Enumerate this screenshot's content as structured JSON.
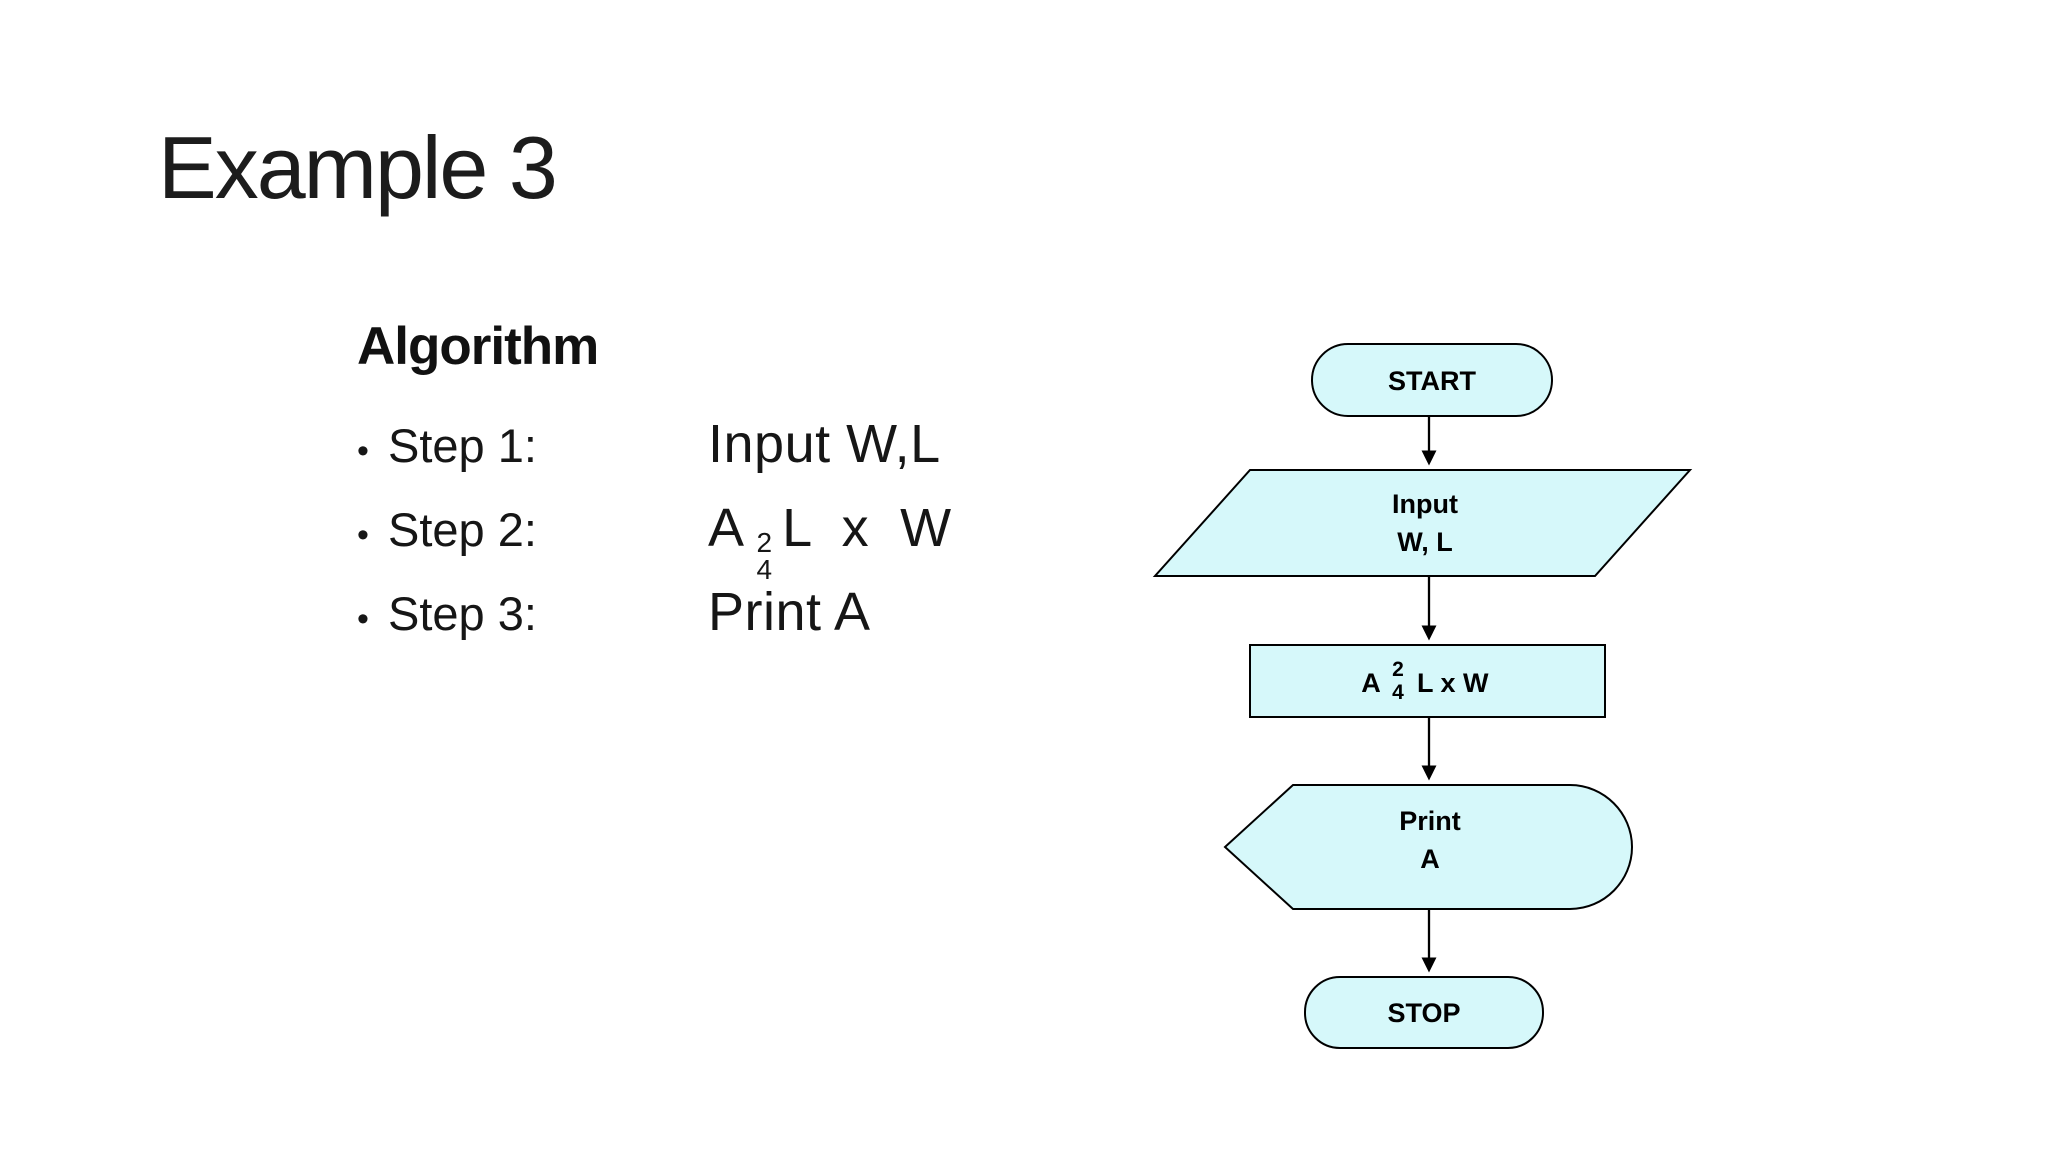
{
  "slide": {
    "title": "Example 3",
    "algorithm": {
      "heading": "Algorithm",
      "bullet": "•",
      "steps": [
        {
          "label": "Step 1:",
          "value": "Input W,L"
        },
        {
          "label": "Step 2:",
          "value_pre": "A",
          "frac_num": "2",
          "frac_den": "4",
          "value_post": "L  x  W"
        },
        {
          "label": "Step 3:",
          "value": "Print A"
        }
      ]
    }
  },
  "flowchart": {
    "start": {
      "label": "START"
    },
    "input": {
      "line1": "Input",
      "line2": "W, L"
    },
    "process": {
      "pre": "A",
      "frac_num": "2",
      "frac_den": "4",
      "post": "L x W"
    },
    "print": {
      "line1": "Print",
      "line2": "A"
    },
    "stop": {
      "label": "STOP"
    },
    "colors": {
      "fill": "#d6f8fa",
      "border": "#000000",
      "text": "#000000"
    }
  }
}
